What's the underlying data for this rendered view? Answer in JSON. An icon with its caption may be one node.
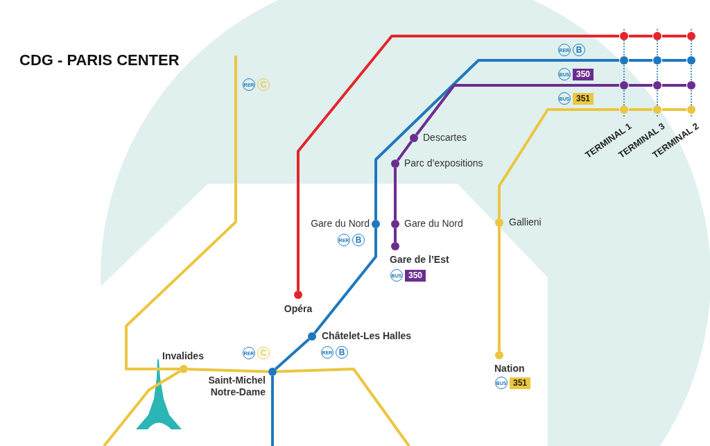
{
  "diagram": {
    "title": "CDG - PARIS CENTER",
    "nodes": [
      {
        "text": [
          "TERMINAL 1"
        ]
      },
      {
        "text": [
          "TERMINAL 3"
        ]
      },
      {
        "text": [
          "TERMINAL 2"
        ]
      },
      {
        "text": [
          "Descartes"
        ]
      },
      {
        "text": [
          "Parc d’expositions"
        ]
      },
      {
        "text": [
          "Gare du Nord"
        ],
        "beside": [
          "RER",
          "B"
        ]
      },
      {
        "text": [
          "Gare du Nord"
        ]
      },
      {
        "text": [
          "Gallieni"
        ]
      },
      {
        "text": [
          "Gare de l’Est"
        ],
        "beside": [
          "BUS",
          "350"
        ]
      },
      {
        "text": [
          "Opéra"
        ]
      },
      {
        "text": [
          "Châtelet-Les Halles"
        ],
        "beside": [
          "RER",
          "B"
        ]
      },
      {
        "text": [
          "Nation"
        ],
        "beside": [
          "BUS",
          "351"
        ]
      },
      {
        "text": [
          "Invalides"
        ]
      },
      {
        "text": [
          "Saint-Michel Notre-Dame"
        ]
      }
    ],
    "edges": [
      {
        "from": 9,
        "to": 0,
        "arrow": "none",
        "color": "#e3262b"
      },
      {
        "from": 0,
        "to": 1,
        "arrow": "none",
        "color": "#e3262b"
      },
      {
        "from": 1,
        "to": 2,
        "arrow": "none",
        "color": "#e3262b"
      },
      {
        "from": null,
        "to": 13,
        "arrow": "none",
        "color": "#1f78be"
      },
      {
        "from": 13,
        "to": 10,
        "arrow": "none",
        "color": "#1f78be"
      },
      {
        "from": 10,
        "to": 5,
        "arrow": "none",
        "color": "#1f78be"
      },
      {
        "from": 5,
        "to": 0,
        "arrow": "none",
        "color": "#1f78be"
      },
      {
        "from": 0,
        "to": 1,
        "arrow": "none",
        "color": "#1f78be"
      },
      {
        "from": 1,
        "to": 2,
        "arrow": "none",
        "color": "#1f78be"
      },
      {
        "from": 8,
        "to": 6,
        "arrow": "none",
        "color": "#6b2d8f"
      },
      {
        "from": 6,
        "to": 4,
        "arrow": "none",
        "color": "#6b2d8f"
      },
      {
        "from": 4,
        "to": 3,
        "arrow": "none",
        "color": "#6b2d8f"
      },
      {
        "from": 3,
        "to": 0,
        "arrow": "none",
        "color": "#6b2d8f"
      },
      {
        "from": 0,
        "to": 1,
        "arrow": "none",
        "color": "#6b2d8f"
      },
      {
        "from": 1,
        "to": 2,
        "arrow": "none",
        "color": "#6b2d8f"
      },
      {
        "from": 11,
        "to": 7,
        "arrow": "none",
        "color": "#ebc63f"
      },
      {
        "from": 7,
        "to": 0,
        "arrow": "none",
        "color": "#ebc63f"
      },
      {
        "from": 0,
        "to": 1,
        "arrow": "none",
        "color": "#ebc63f"
      },
      {
        "from": 1,
        "to": 2,
        "arrow": "none",
        "color": "#ebc63f"
      },
      {
        "from": null,
        "to": 12,
        "arrow": "none",
        "color": "#ebc63f"
      },
      {
        "from": 12,
        "to": 13,
        "arrow": "none",
        "color": "#ebc63f"
      },
      {
        "from": 13,
        "to": null,
        "arrow": "none",
        "color": "#ebc63f"
      },
      {
        "from": 12,
        "to": null,
        "arrow": "none",
        "color": "#ebc63f"
      }
    ],
    "labels": [
      "RER",
      "B",
      "BUS",
      "350",
      "RER",
      "C",
      "BUS",
      "351",
      "RER",
      "C"
    ]
  }
}
